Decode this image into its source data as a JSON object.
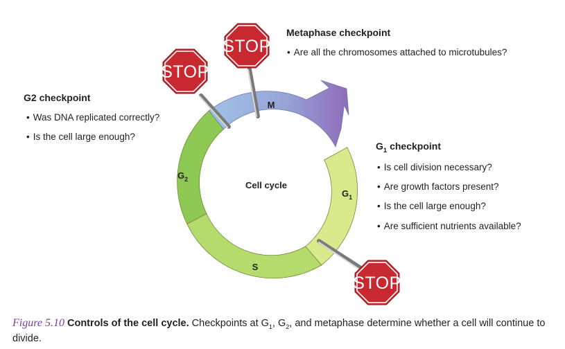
{
  "cycle": {
    "center_label": "Cell cycle",
    "phases": {
      "m": "M",
      "g1": "G",
      "g1_sub": "1",
      "s": "S",
      "g2": "G",
      "g2_sub": "2"
    }
  },
  "stop_sign": {
    "label": "STOP",
    "color": "#c8282f"
  },
  "metaphase": {
    "title": "Metaphase checkpoint",
    "bullets": [
      "Are all the chromosomes attached to microtubules?"
    ]
  },
  "g2": {
    "title": "G2 checkpoint",
    "bullets": [
      "Was DNA replicated correctly?",
      "Is the cell large enough?"
    ]
  },
  "g1": {
    "title_main": "G",
    "title_sub": "1",
    "title_rest": " checkpoint",
    "bullets": [
      "Is cell division necessary?",
      "Are growth factors present?",
      "Is the cell large enough?",
      "Are sufficient nutrients available?"
    ]
  },
  "caption": {
    "figure": "Figure 5.10",
    "title": "Controls of the cell cycle.",
    "text_a": " Checkpoints at G",
    "sub_1": "1",
    "text_b": ", G",
    "sub_2": "2",
    "text_c": ", and metaphase determine whether a cell will continue to divide."
  },
  "colors": {
    "m_arc": "#9fc4e6",
    "arrow_end": "#8f6ab8",
    "g1_arc": "#d9ea8c",
    "s_arc": "#b5db6d",
    "g2_arc": "#8ec953",
    "caption_figure": "#7a3e96"
  }
}
